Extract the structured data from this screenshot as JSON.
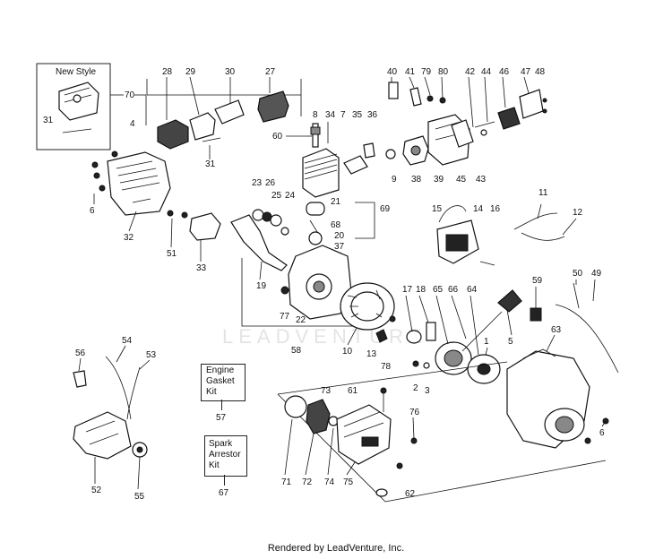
{
  "watermark": "LEADVENTURE",
  "footer": "Rendered by LeadVenture, Inc.",
  "inset": {
    "title": "New Style"
  },
  "kits": {
    "gasket": {
      "line1": "Engine",
      "line2": "Gasket",
      "line3": "Kit",
      "number": "57"
    },
    "arrestor": {
      "line1": "Spark",
      "line2": "Arrestor",
      "line3": "Kit",
      "number": "67"
    }
  },
  "callouts": [
    "28",
    "29",
    "30",
    "27",
    "70",
    "31",
    "4",
    "60",
    "8",
    "34",
    "7",
    "35",
    "36",
    "40",
    "41",
    "79",
    "80",
    "42",
    "44",
    "46",
    "47",
    "48",
    "6",
    "31",
    "23",
    "26",
    "25",
    "24",
    "21",
    "69",
    "68",
    "20",
    "37",
    "9",
    "38",
    "39",
    "45",
    "43",
    "32",
    "51",
    "33",
    "19",
    "77",
    "22",
    "58",
    "10",
    "15",
    "14",
    "16",
    "11",
    "12",
    "17",
    "18",
    "65",
    "66",
    "64",
    "59",
    "50",
    "49",
    "5",
    "63",
    "13",
    "78",
    "1",
    "2",
    "3",
    "56",
    "54",
    "53",
    "61",
    "73",
    "76",
    "71",
    "72",
    "74",
    "75",
    "62",
    "52",
    "55",
    "6"
  ]
}
